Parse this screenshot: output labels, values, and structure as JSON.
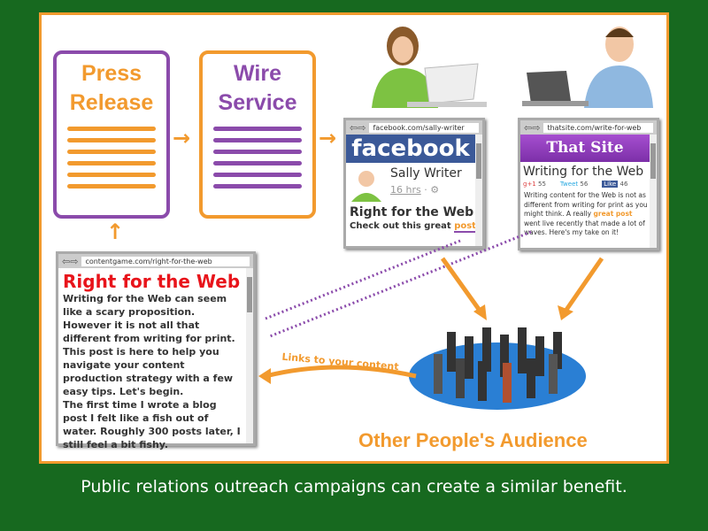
{
  "press_release": {
    "title": "Press Release"
  },
  "wire_service": {
    "title": "Wire Service"
  },
  "facebook": {
    "url": "facebook.com/sally-writer",
    "brand": "facebook",
    "name": "Sally Writer",
    "time": "16 hrs",
    "headline": "Right for the Web!",
    "text": "Check out this great",
    "link": "post!"
  },
  "thatsite": {
    "url": "thatsite.com/write-for-web",
    "brand": "That Site",
    "headline": "Writing for the Web",
    "gplus": "55",
    "tweet_label": "Tweet",
    "tweet": "56",
    "like_label": "Like",
    "like": "46",
    "text_before": "Writing content for the Web is not as different from writing for print as you might think. A really",
    "link": "great post",
    "text_after": "went live recently that made a lot of waves. Here's my take on it!"
  },
  "blog": {
    "url": "contentgame.com/right-for-the-web",
    "title": "Right for the Web",
    "body1": "Writing for the Web can seem like a scary proposition. However it is not all that different from writing for print. This post is here to help you navigate your content production strategy with a few easy tips. Let's begin.",
    "body2": "The first time I wrote a blog post I felt like a fish out of water. Roughly 300 posts later, I still feel a bit fishy."
  },
  "links_label": "Links to your content",
  "audience_label": "Other People's Audience",
  "caption": "Public relations outreach campaigns can create a similar benefit.",
  "colors": {
    "background": "#17691f",
    "orange": "#f29a2e",
    "purple": "#8b4bab",
    "facebook": "#3b5998",
    "red": "#e8141b"
  }
}
